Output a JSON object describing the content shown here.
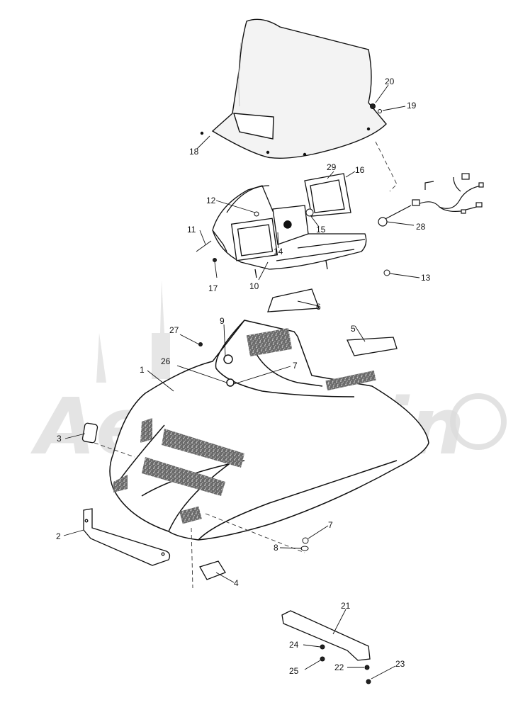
{
  "watermark": {
    "text": "AeriMarin",
    "color": "#d9d9d9"
  },
  "callouts": {
    "c1": "1",
    "c2": "2",
    "c3": "3",
    "c4": "4",
    "c5": "5",
    "c6": "6",
    "c7a": "7",
    "c7b": "7",
    "c8": "8",
    "c9": "9",
    "c10": "10",
    "c11": "11",
    "c12": "12",
    "c13": "13",
    "c14": "14",
    "c15": "15",
    "c16": "16",
    "c17": "17",
    "c18": "18",
    "c19": "19",
    "c20": "20",
    "c21": "21",
    "c22": "22",
    "c23": "23",
    "c24": "24",
    "c25": "25",
    "c26": "26",
    "c27": "27",
    "c28": "28",
    "c29": "29"
  },
  "colors": {
    "line": "#111111",
    "texture": "#555555",
    "windshield": "#f2f2f2"
  }
}
